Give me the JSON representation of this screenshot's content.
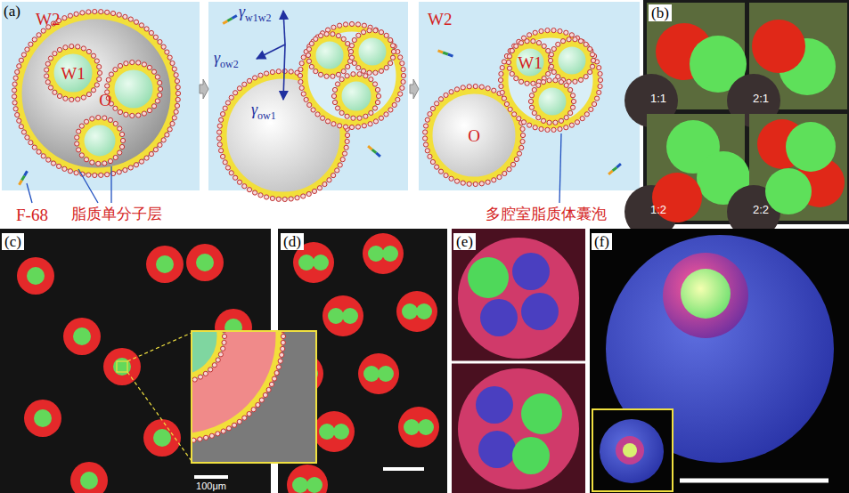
{
  "diagram": {
    "labels": [
      "(a)",
      "W2",
      "W1",
      "O",
      "γw1w2",
      "γow2",
      "γow1",
      "W2",
      "W1",
      "O",
      "F-68",
      "脂质单分子层",
      "多腔室脂质体囊泡",
      "(b)",
      "1:1",
      "2:1",
      "1:2",
      "2:2",
      "(c)",
      "100μm",
      "(d)",
      "(e)",
      "(f)"
    ]
  }
}
